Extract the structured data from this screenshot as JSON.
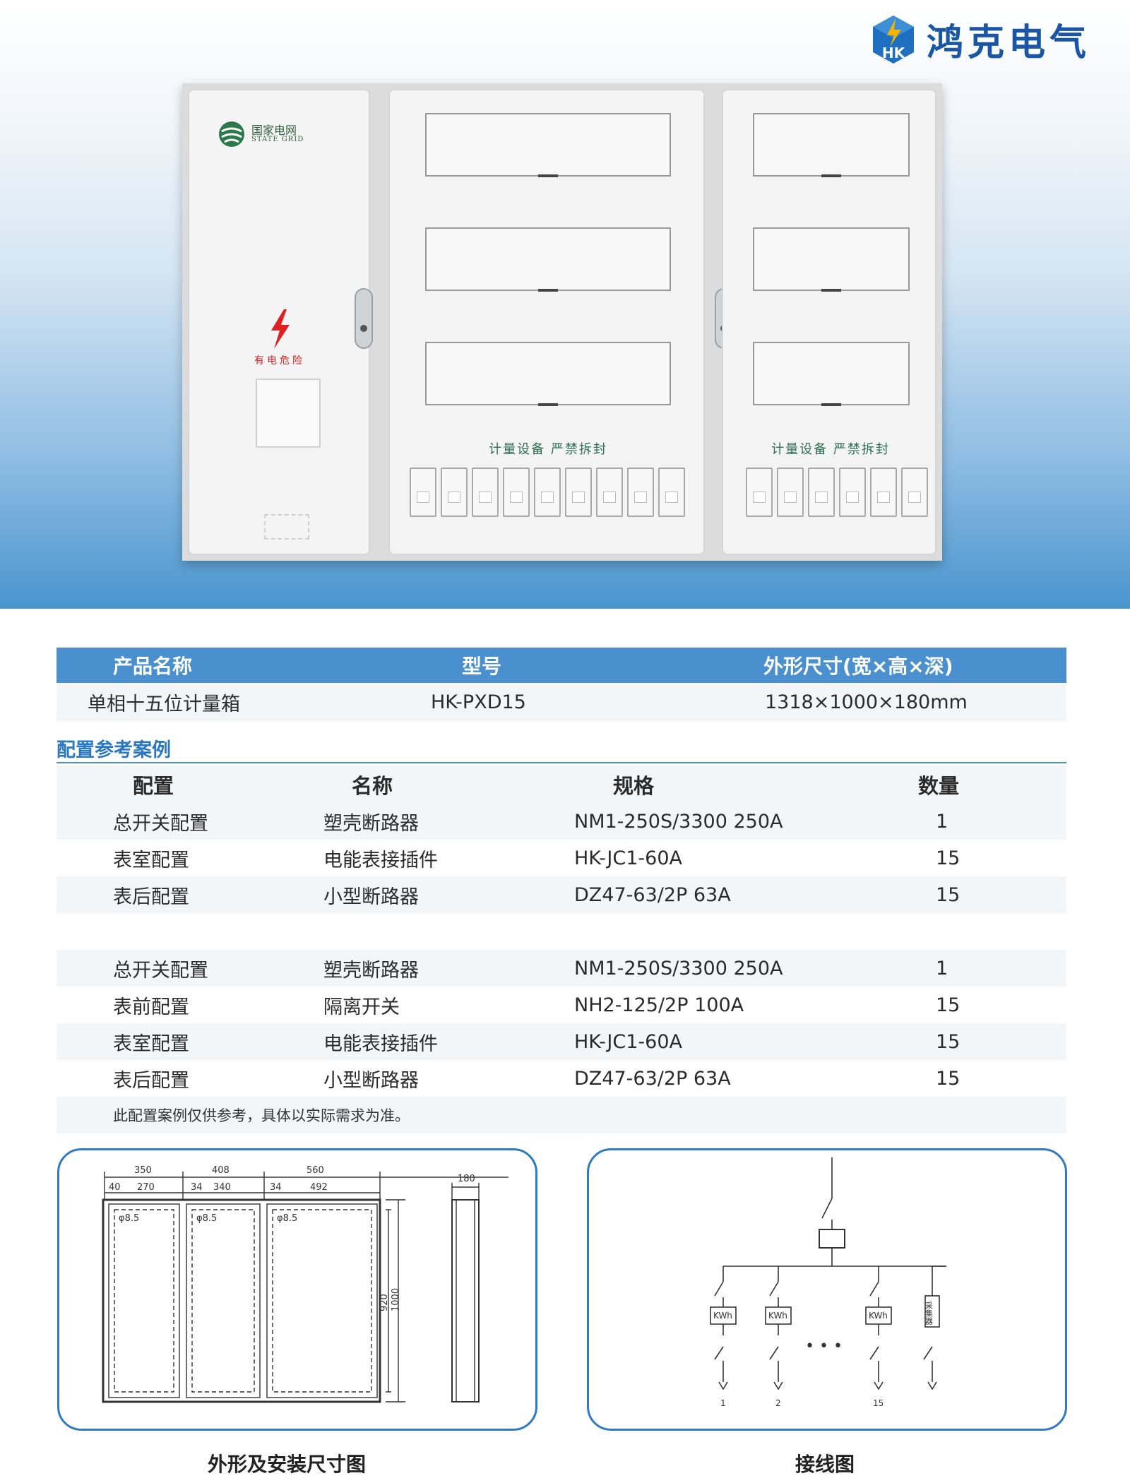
{
  "brand": {
    "name": "鸿克电气",
    "logo_letters": "HK"
  },
  "cabinet": {
    "state_grid_cn": "国家电网",
    "state_grid_en": "STATE GRID",
    "danger_label": "有电危险",
    "seal_label_center": "计量设备 严禁拆封",
    "seal_label_right": "计量设备 严禁拆封"
  },
  "product_table": {
    "headers": [
      "产品名称",
      "型号",
      "外形尺寸(宽×高×深)"
    ],
    "row": [
      "单相十五位计量箱",
      "HK-PXD15",
      "1318×1000×180mm"
    ]
  },
  "config": {
    "title": "配置参考案例",
    "headers": [
      "配置",
      "名称",
      "规格",
      "数量"
    ],
    "group1": [
      [
        "总开关配置",
        "塑壳断路器",
        "NM1-250S/3300 250A",
        "1"
      ],
      [
        "表室配置",
        "电能表接插件",
        "HK-JC1-60A",
        "15"
      ],
      [
        "表后配置",
        "小型断路器",
        "DZ47-63/2P 63A",
        "15"
      ]
    ],
    "group2": [
      [
        "总开关配置",
        "塑壳断路器",
        "NM1-250S/3300 250A",
        "1"
      ],
      [
        "表前配置",
        "隔离开关",
        "NH2-125/2P 100A",
        "15"
      ],
      [
        "表室配置",
        "电能表接插件",
        "HK-JC1-60A",
        "15"
      ],
      [
        "表后配置",
        "小型断路器",
        "DZ47-63/2P 63A",
        "15"
      ]
    ],
    "note": "此配置案例仅供参考，具体以实际需求为准。"
  },
  "dimension_drawing": {
    "caption": "外形及安装尺寸图",
    "labels": {
      "w1": "350",
      "w2": "408",
      "w3": "560",
      "m1": "40",
      "i1": "270",
      "m2": "34",
      "i2": "340",
      "m3": "34",
      "i3": "492",
      "hole": "φ8.5",
      "h_inner": "920",
      "h_outer": "1000",
      "depth": "180"
    }
  },
  "wiring_diagram": {
    "caption": "接线图",
    "meter_label": "KWh",
    "collector_label": "采集器",
    "ellipsis": "• • •",
    "outputs": [
      "1",
      "2",
      "15"
    ]
  }
}
